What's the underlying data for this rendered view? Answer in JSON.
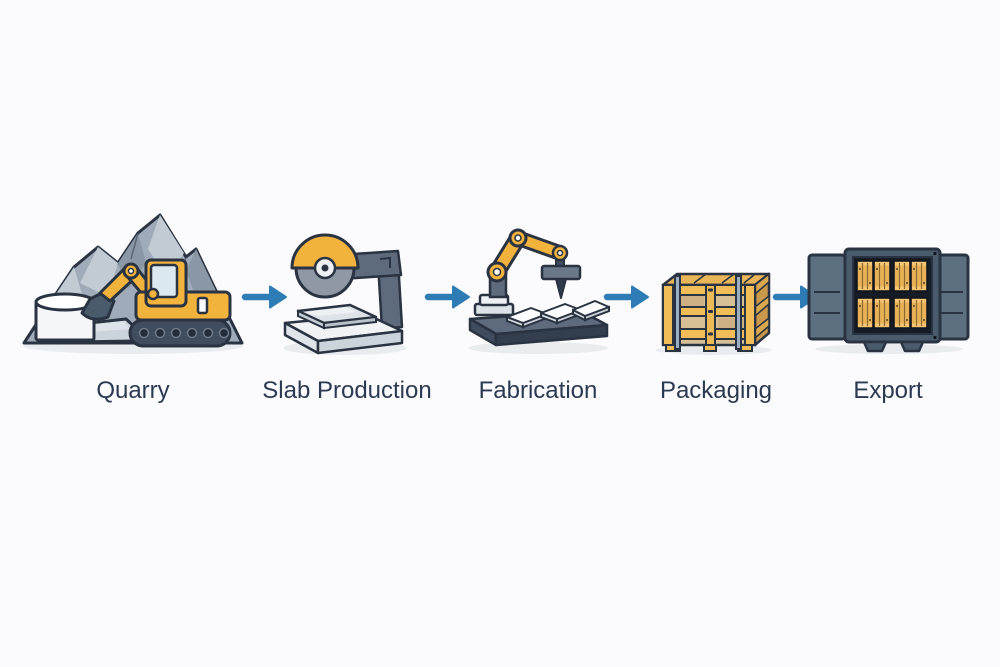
{
  "diagram": {
    "type": "process-flow",
    "direction": "left-to-right",
    "stages": [
      {
        "id": "quarry",
        "label": "Quarry",
        "icon": "quarry-icon"
      },
      {
        "id": "slab-production",
        "label": "Slab Production",
        "icon": "slab-saw-icon"
      },
      {
        "id": "fabrication",
        "label": "Fabrication",
        "icon": "robot-arm-icon"
      },
      {
        "id": "packaging",
        "label": "Packaging",
        "icon": "wooden-crate-icon"
      },
      {
        "id": "export",
        "label": "Export",
        "icon": "shipping-container-icon"
      }
    ],
    "connector_icon": "right-arrow-icon",
    "connector_count": 4
  },
  "colors": {
    "background": "#fbfbfd",
    "label_text": "#2b3a52",
    "arrow": "#2e7cb5",
    "accent_yellow": "#f2b33d",
    "outline": "#2a3342",
    "rock_gray": "#9fabb8",
    "machine_slate": "#5d6b7d",
    "crate_wood": "#e8b658",
    "shadow": "#e9ecef"
  }
}
